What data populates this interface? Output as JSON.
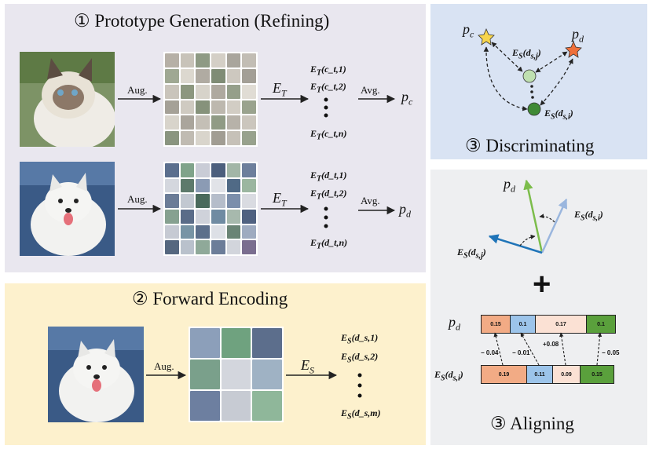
{
  "proto": {
    "title": "① Prototype Generation (Refining)",
    "aug1": "Aug.",
    "aug2": "Aug.",
    "enc_t1": "E",
    "enc_t1_sub": "T",
    "enc_t2": "E",
    "enc_t2_sub": "T",
    "cat_list": [
      "c_t,1",
      "c_t,2",
      "c_t,n"
    ],
    "dog_list": [
      "d_t,1",
      "d_t,2",
      "d_t,n"
    ],
    "avg1": "Avg.",
    "avg2": "Avg.",
    "out_c": "p",
    "out_c_sub": "c",
    "out_d": "p",
    "out_d_sub": "d"
  },
  "forward": {
    "title": "② Forward Encoding",
    "aug": "Aug.",
    "enc": "E",
    "enc_sub": "S",
    "list": [
      "d_s,1",
      "d_s,2",
      "d_s,m"
    ]
  },
  "disc": {
    "title": "③ Discriminating",
    "pc": "p",
    "pc_sub": "c",
    "pd": "p",
    "pd_sub": "d",
    "es_j": "E_S(d_s,j)",
    "es_i": "E_S(d_s,i)"
  },
  "align": {
    "title": "③ Aligning",
    "pd": "p",
    "pd_sub": "d",
    "es_i": "E_S(d_s,i)",
    "es_j": "E_S(d_s,j)",
    "plus": "+",
    "bar_pd_label": "p",
    "bar_pd_label_sub": "d",
    "bar_es_label": "E_S(d_s,i)",
    "bar_pd": [
      "0.15",
      "0.1",
      "0.17",
      "0.1"
    ],
    "bar_es": [
      "0.19",
      "0.11",
      "0.09",
      "0.15"
    ],
    "diffs": [
      "− 0.04",
      "− 0.01",
      "+0.08",
      "− 0.05"
    ]
  },
  "colors": {
    "seg_orange": "#f2ab85",
    "seg_blue": "#9cc4ea",
    "seg_peach": "#fbe1d4",
    "seg_green": "#5aa03c",
    "vec_green": "#7cbd4b",
    "vec_blue": "#1f74b8",
    "vec_lightblue": "#9ab6de",
    "star_yellow": "#f7d54c",
    "star_orange": "#ef6f3a",
    "node_light": "#bfe0b0",
    "node_dark": "#3f8a35"
  }
}
